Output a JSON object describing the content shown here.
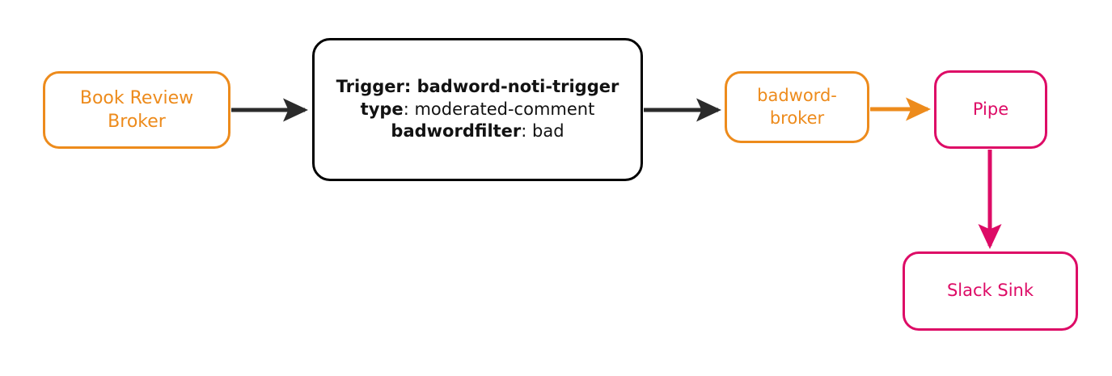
{
  "diagram": {
    "type": "flow-diagram",
    "background": "#ffffff",
    "colors": {
      "broker_orange": "#ED8B1C",
      "pipe_magenta": "#DD0B66",
      "trigger_black": "#000000",
      "arrow_dark": "#2B2B2B"
    },
    "nodes": [
      {
        "id": "book-review-broker",
        "label": "Book Review\nBroker",
        "shape": "rounded-rect",
        "color": "#ED8B1C"
      },
      {
        "id": "trigger",
        "shape": "rounded-rect",
        "color": "#000000",
        "lines": [
          {
            "key": "Trigger:",
            "value": " badword-noti-trigger",
            "value_bold": true
          },
          {
            "key": "type",
            "value": ": moderated-comment",
            "value_bold": false
          },
          {
            "key": "badwordfilter",
            "value": ": bad",
            "value_bold": false
          }
        ]
      },
      {
        "id": "badword-broker",
        "label": "badword-\nbroker",
        "shape": "rounded-rect",
        "color": "#ED8B1C"
      },
      {
        "id": "pipe",
        "label": "Pipe",
        "shape": "rounded-rect",
        "color": "#DD0B66"
      },
      {
        "id": "slack-sink",
        "label": "Slack Sink",
        "shape": "rounded-rect",
        "color": "#DD0B66"
      }
    ],
    "edges": [
      {
        "id": "edge-broker-to-trigger",
        "from": "book-review-broker",
        "to": "trigger",
        "color": "#2B2B2B",
        "direction": "right",
        "label": ""
      },
      {
        "id": "edge-trigger-to-badword-broker",
        "from": "trigger",
        "to": "badword-broker",
        "color": "#2B2B2B",
        "direction": "right",
        "label": ""
      },
      {
        "id": "edge-badword-broker-to-pipe",
        "from": "badword-broker",
        "to": "pipe",
        "color": "#ED8B1C",
        "direction": "right",
        "label": ""
      },
      {
        "id": "edge-pipe-to-slack-sink",
        "from": "pipe",
        "to": "slack-sink",
        "color": "#DD0B66",
        "direction": "down",
        "label": ""
      }
    ]
  }
}
